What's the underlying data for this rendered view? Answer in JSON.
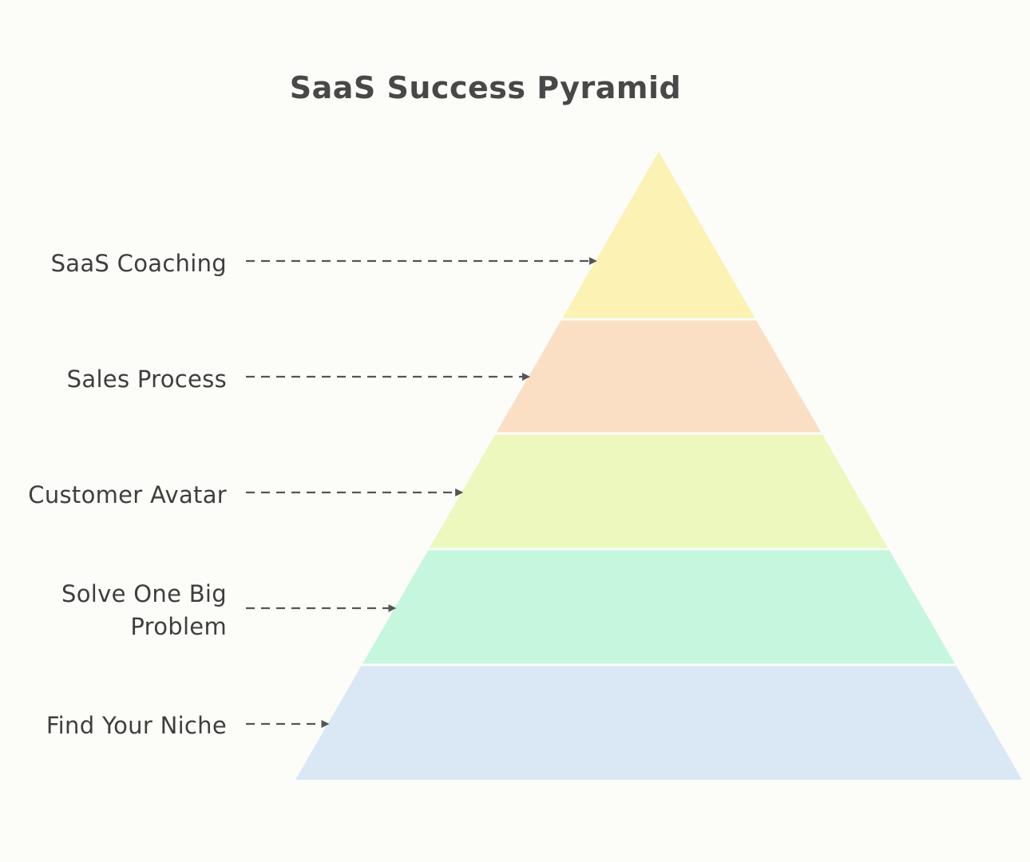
{
  "title": "SaaS Success Pyramid",
  "levels": [
    {
      "label": "SaaS Coaching",
      "color": "#fbf2b3"
    },
    {
      "label": "Sales Process",
      "color": "#fbdfc4"
    },
    {
      "label": "Customer Avatar",
      "color": "#ecf8bd"
    },
    {
      "label": "Solve One Big Problem",
      "color": "#c5f6de"
    },
    {
      "label": "Find Your Niche",
      "color": "#d9e8f4"
    }
  ],
  "colors": {
    "background": "#fcfcf9",
    "text": "#3e3e3e",
    "arrow": "#555555"
  }
}
